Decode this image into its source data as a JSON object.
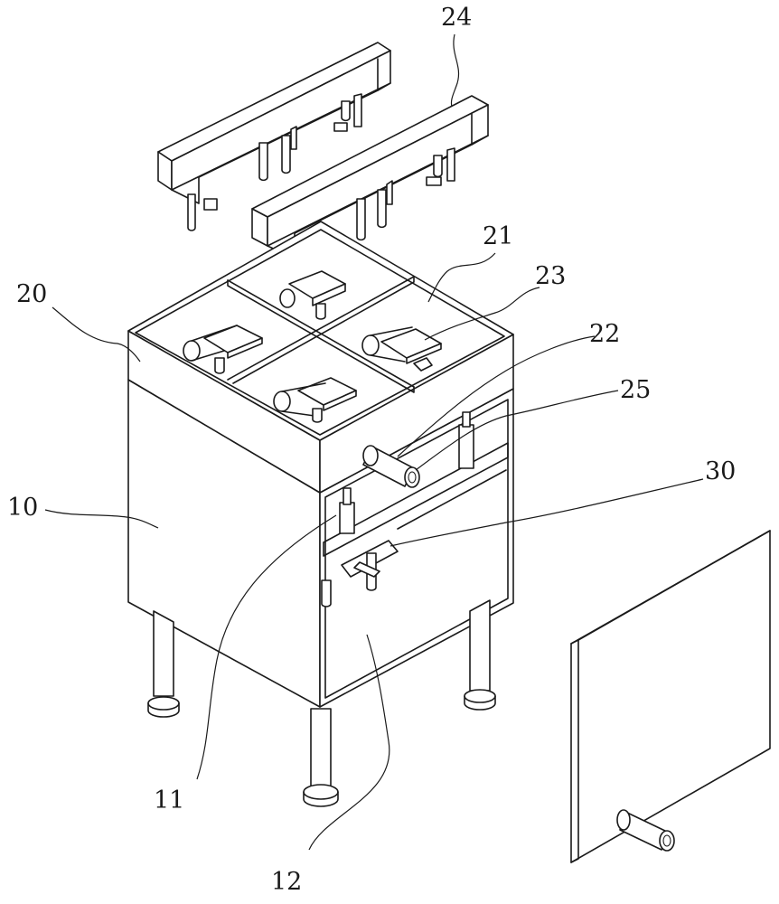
{
  "labels": {
    "l24": "24",
    "l21": "21",
    "l23": "23",
    "l20": "20",
    "l22": "22",
    "l25": "25",
    "l30": "30",
    "l10": "10",
    "l11": "11",
    "l12": "12"
  }
}
